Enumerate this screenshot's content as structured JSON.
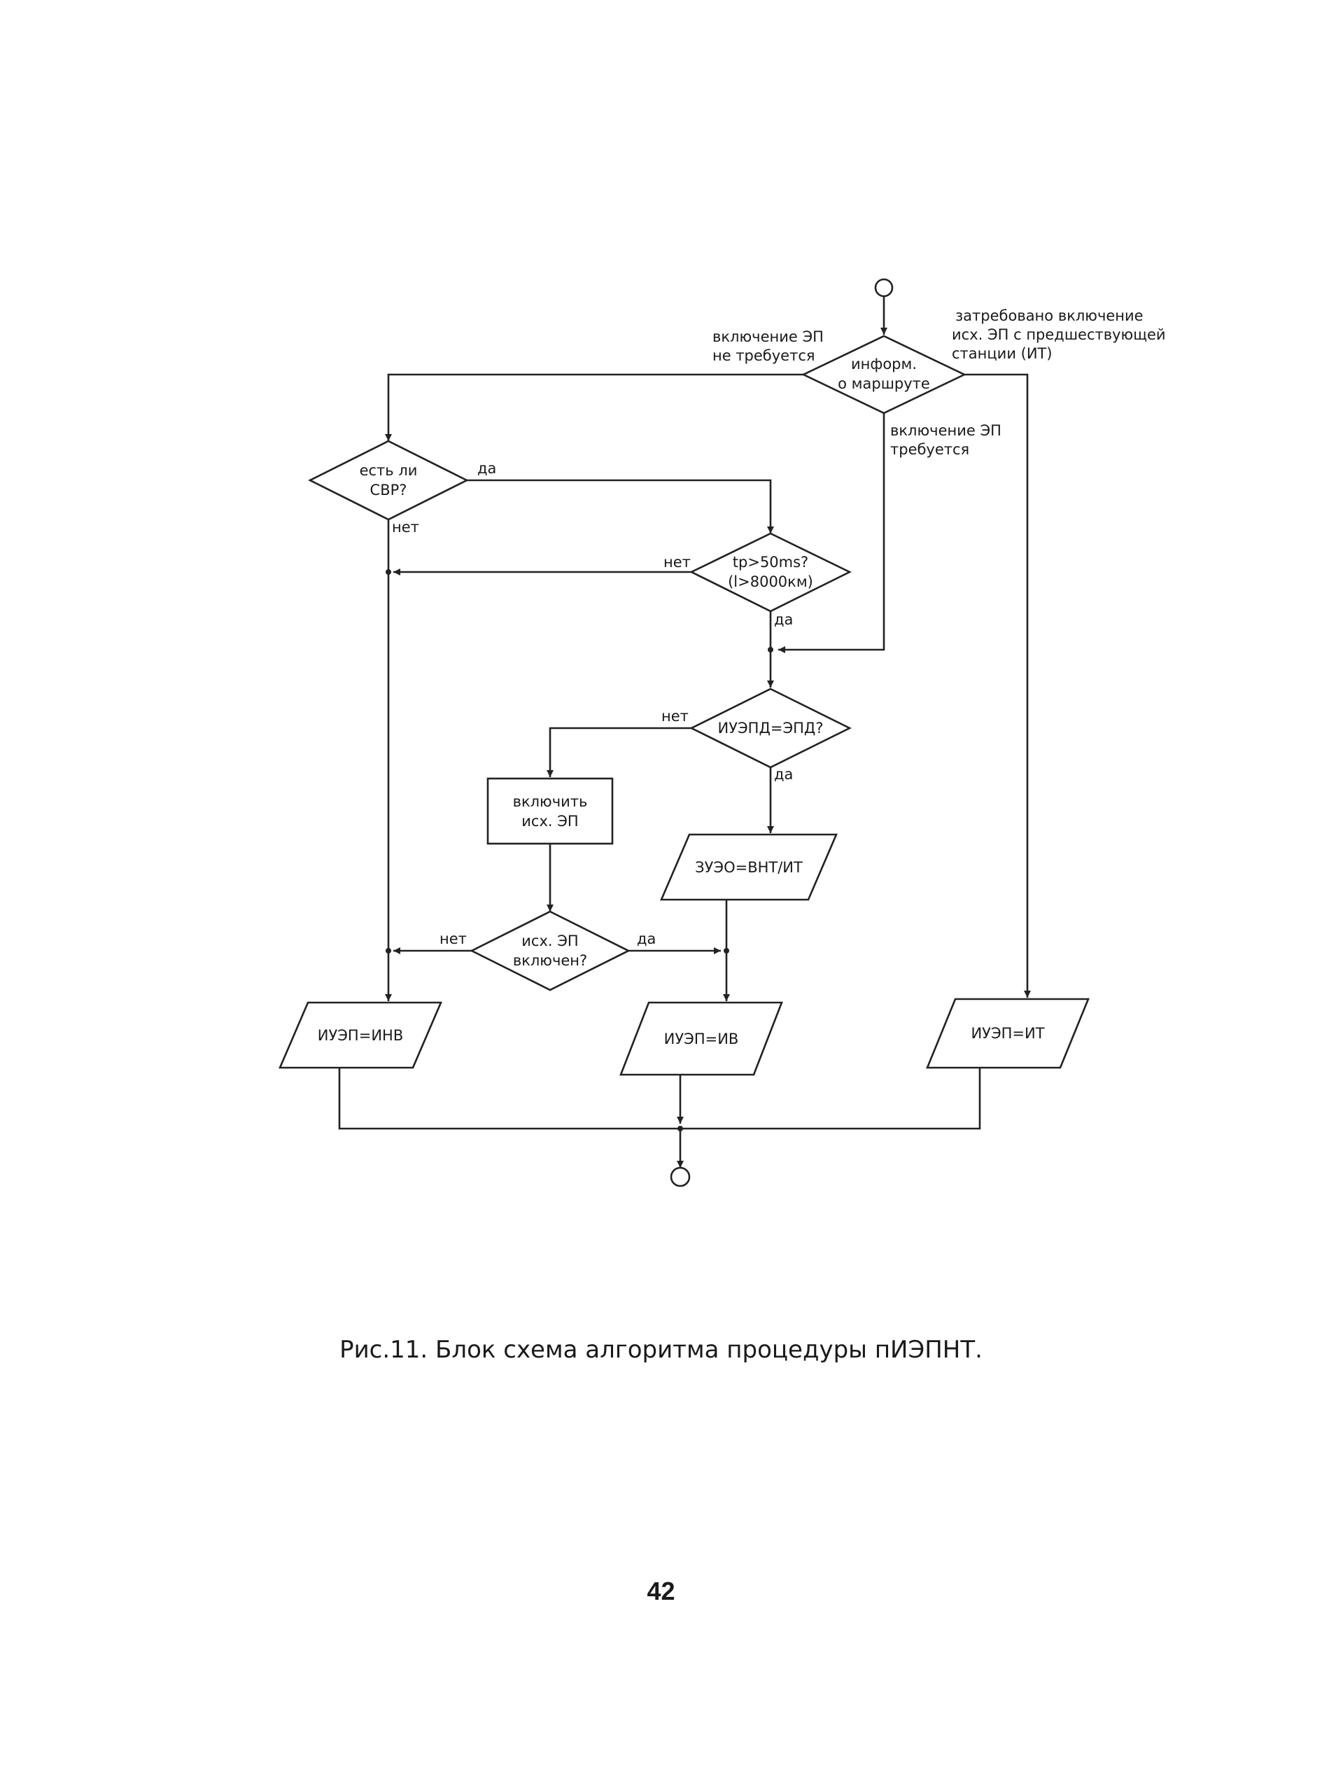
{
  "flowchart": {
    "nodes": {
      "route_info": {
        "line1": "информ.",
        "line2": "о маршруте"
      },
      "svr_check": {
        "line1": "есть ли",
        "line2": "СВР?"
      },
      "delay_check": {
        "line1": "tp>50ms?",
        "line2": "(l>8000км)"
      },
      "iuepd_check": {
        "line1": "ИУЭПД=ЭПД?"
      },
      "enable_ep": {
        "line1": "включить",
        "line2": "исх. ЭП"
      },
      "ep_enabled_check": {
        "line1": "исх. ЭП",
        "line2": "включен?"
      },
      "zueo": {
        "line1": "ЗУЭО=ВНТ/ИТ"
      },
      "iuep_inv": {
        "line1": "ИУЭП=ИНВ"
      },
      "iuep_iv": {
        "line1": "ИУЭП=ИВ"
      },
      "iuep_it": {
        "line1": "ИУЭП=ИТ"
      }
    },
    "edge_labels": {
      "not_required_1": "включение ЭП",
      "not_required_2": "не требуется",
      "requested_1": "затребовано включение",
      "requested_2": "исх. ЭП с предшествующей",
      "requested_3": "станции (ИТ)",
      "required_1": "включение ЭП",
      "required_2": "требуется",
      "svr_yes": "да",
      "svr_no": "нет",
      "delay_no": "нет",
      "delay_yes": "да",
      "iuepd_no": "нет",
      "iuepd_yes": "да",
      "enabled_no": "нет",
      "enabled_yes": "да"
    }
  },
  "caption": "Рис.11. Блок схема алгоритма процедуры пИЭПНТ.",
  "page_number": "42"
}
